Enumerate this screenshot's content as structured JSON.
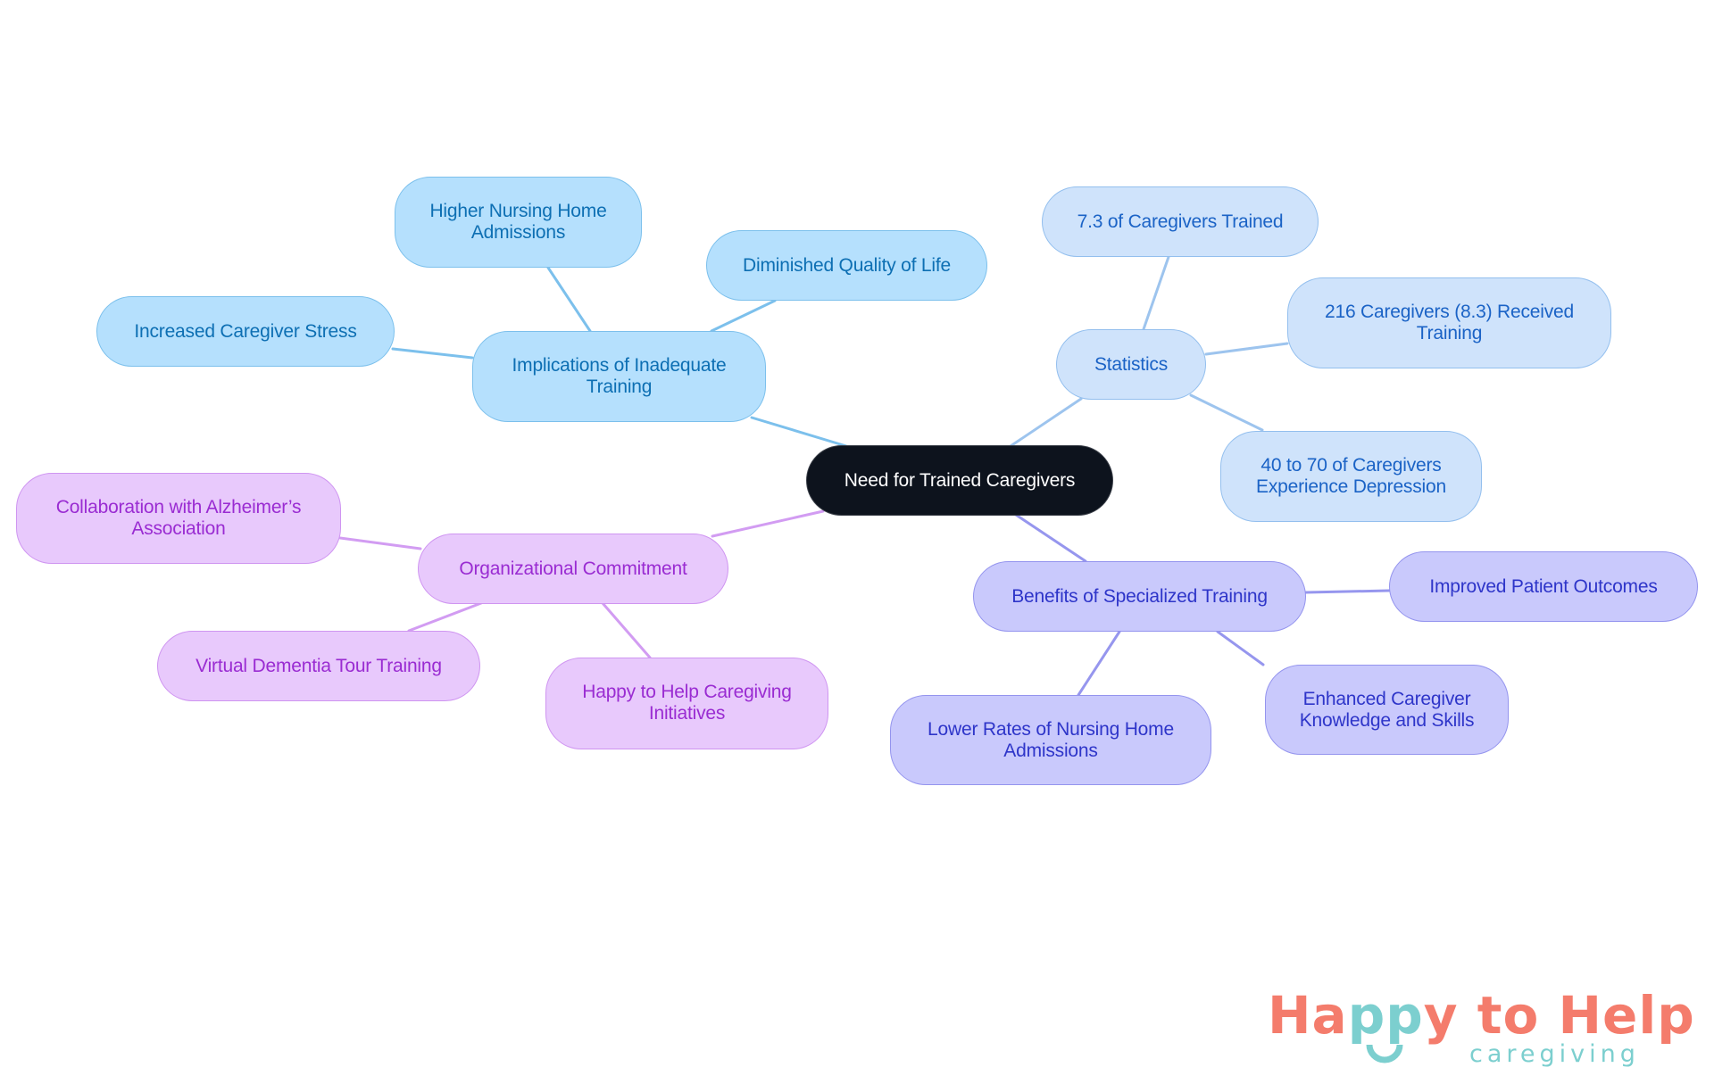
{
  "diagram": {
    "type": "mind-map",
    "root": {
      "label": "Need for Trained Caregivers"
    },
    "branches": [
      {
        "label_lines": [
          "Implications of Inadequate",
          "Training"
        ],
        "color": "#b5e0fd",
        "text_color": "#0d6fb3",
        "children": [
          {
            "label_lines": [
              "Higher Nursing Home",
              "Admissions"
            ]
          },
          {
            "label_lines": [
              "Diminished Quality of Life"
            ]
          },
          {
            "label_lines": [
              "Increased Caregiver Stress"
            ]
          }
        ]
      },
      {
        "label_lines": [
          "Statistics"
        ],
        "color": "#cfe3fb",
        "text_color": "#1b63c6",
        "children": [
          {
            "label_lines": [
              "7.3 of Caregivers Trained"
            ]
          },
          {
            "label_lines": [
              "216 Caregivers (8.3) Received",
              "Training"
            ]
          },
          {
            "label_lines": [
              "40 to 70 of Caregivers",
              "Experience Depression"
            ]
          }
        ]
      },
      {
        "label_lines": [
          "Organizational Commitment"
        ],
        "color": "#e8c9fc",
        "text_color": "#9a2cd2",
        "children": [
          {
            "label_lines": [
              "Collaboration with Alzheimer’s",
              "Association"
            ]
          },
          {
            "label_lines": [
              "Virtual Dementia Tour Training"
            ]
          },
          {
            "label_lines": [
              "Happy to Help Caregiving",
              "Initiatives"
            ]
          }
        ]
      },
      {
        "label_lines": [
          "Benefits of Specialized Training"
        ],
        "color": "#c9c9fc",
        "text_color": "#2e35c9",
        "children": [
          {
            "label_lines": [
              "Improved Patient Outcomes"
            ]
          },
          {
            "label_lines": [
              "Enhanced Caregiver",
              "Knowledge and Skills"
            ]
          },
          {
            "label_lines": [
              "Lower Rates of Nursing Home",
              "Admissions"
            ]
          }
        ]
      }
    ]
  },
  "logo": {
    "part1": "Ha",
    "part2": "pp",
    "part3": "y to Help",
    "subtitle": "caregiving",
    "coral": "#f47c6c",
    "teal": "#7ccfcf"
  }
}
